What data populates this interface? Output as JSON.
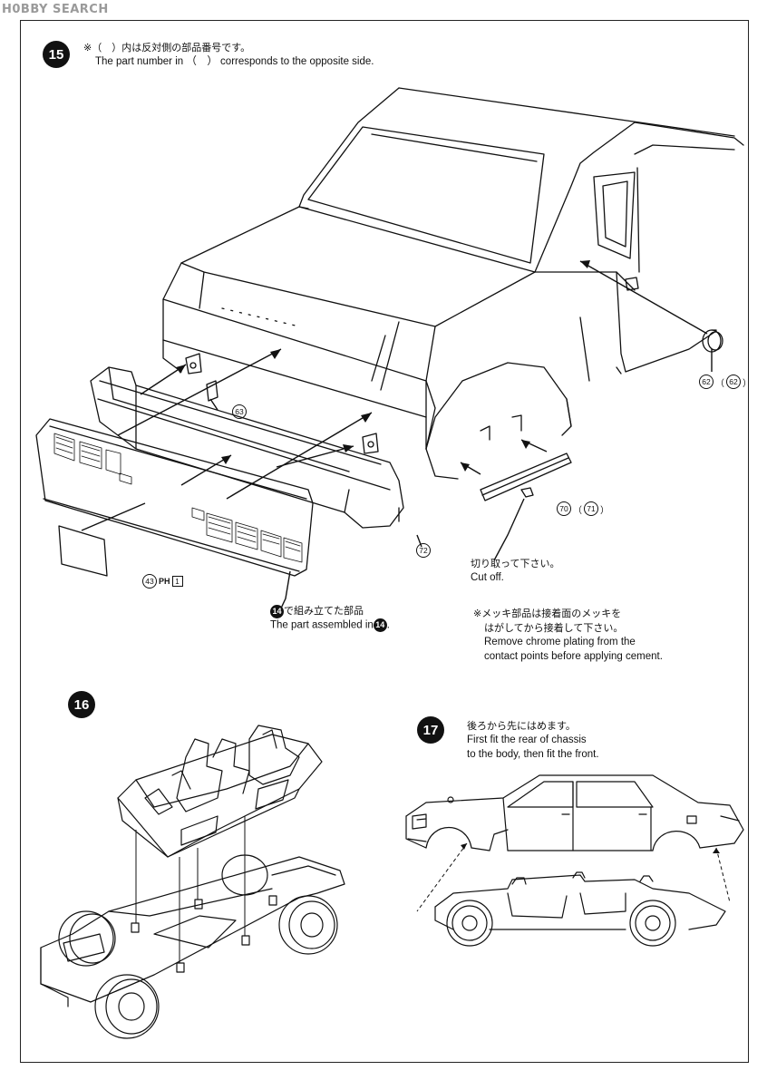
{
  "watermark": "H0BBY SEARCH",
  "step15": {
    "number": "15",
    "note_jp": "※（　）内は反対側の部品番号です。",
    "note_en": "The part number in （　） corresponds to the opposite side.",
    "parts": {
      "p62": "62",
      "p62_opp": "62",
      "p63": "63",
      "p70": "70",
      "p71": "71",
      "p72": "72",
      "p43": "43",
      "p43_suffix": "PH",
      "p43_box": "1"
    },
    "cutoff_jp": "切り取って下さい。",
    "cutoff_en": "Cut off.",
    "assembled_jp": "で組み立てた部品",
    "assembled_en": "The part assembled in",
    "assembled_step": "14",
    "chrome_jp1": "※メッキ部品は接着面のメッキを",
    "chrome_jp2": "はがしてから接着して下さい。",
    "chrome_en1": "Remove chrome plating from the",
    "chrome_en2": "contact points before applying cement."
  },
  "step16": {
    "number": "16"
  },
  "step17": {
    "number": "17",
    "jp": "後ろから先にはめます。",
    "en1": "First fit the rear of chassis",
    "en2": "to the body, then fit the front."
  }
}
